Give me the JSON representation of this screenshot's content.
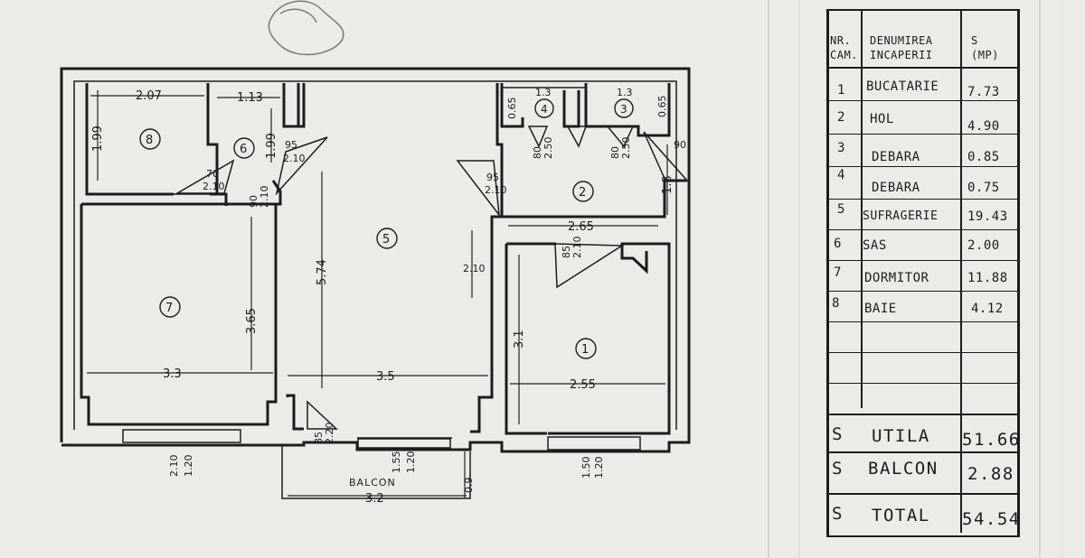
{
  "dimensions": {
    "d_2_07": "2.07",
    "d_1_13": "1.13",
    "d_1_99a": "1.99",
    "d_1_99b": "1.99",
    "d_95_210a": "95",
    "d_95_210a_b": "2.10",
    "d_70_210": "70",
    "d_70_210_b": "2.10",
    "d_90_210": "90",
    "d_90_210_b": "2.10",
    "d_5_74": "5.74",
    "d_2_10c": "2.10",
    "d_3_65": "3.65",
    "d_3_3": "3.3",
    "d_3_5": "3.5",
    "d_2_55": "2.55",
    "d_3_1": "3.1",
    "d_2_65": "2.65",
    "d_1_8": "1.8",
    "d_95_210b": "95",
    "d_95_210b_b": "2.10",
    "d_85_210": "85",
    "d_85_210_b": "2.10",
    "d_0_65a": "0.65",
    "d_0_65b": "0.65",
    "d_1_3a": "1.3",
    "d_1_3b": "1.3",
    "d_80_250a": "80",
    "d_80_250a_b": "2.50",
    "d_80_250b": "80",
    "d_80_250b_b": "2.50",
    "d_90": "90",
    "d_85_220": "85",
    "d_85_220_b": "2.20",
    "d_155_120": "1.55",
    "d_155_120_b": "1.20",
    "d_210_120": "2.10",
    "d_210_120_b": "1.20",
    "d_150_120": "1.50",
    "d_150_120_b": "1.20",
    "d_0_9": "0.9",
    "d_3_2": "3.2"
  },
  "room_numbers": {
    "r1": "1",
    "r2": "2",
    "r3": "3",
    "r4": "4",
    "r5": "5",
    "r6": "6",
    "r7": "7",
    "r8": "8"
  },
  "balcony_label": "BALCON",
  "legend": {
    "header": {
      "nr_line1": "NR.",
      "nr_line2": "CAM.",
      "name_line1": "DENUMIREA",
      "name_line2": "INCAPERII",
      "area_line1": "S",
      "area_line2": "(MP)"
    },
    "rows": [
      {
        "nr": "1",
        "name": "BUCATARIE",
        "area": "7.73"
      },
      {
        "nr": "2",
        "name": "HOL",
        "area": "4.90"
      },
      {
        "nr": "3",
        "name": "DEBARA",
        "area": "0.85"
      },
      {
        "nr": "4",
        "name": "DEBARA",
        "area": "0.75"
      },
      {
        "nr": "5",
        "name": "SUFRAGERIE",
        "area": "19.43"
      },
      {
        "nr": "6",
        "name": "SAS",
        "area": "2.00"
      },
      {
        "nr": "7",
        "name": "DORMITOR",
        "area": "11.88"
      },
      {
        "nr": "8",
        "name": "BAIE",
        "area": "4.12"
      }
    ],
    "totals": [
      {
        "s": "S",
        "label": "UTILA",
        "value": "51.66"
      },
      {
        "s": "S",
        "label": "BALCON",
        "value": "2.88"
      },
      {
        "s": "S",
        "label": "TOTAL",
        "value": "54.54"
      }
    ]
  }
}
